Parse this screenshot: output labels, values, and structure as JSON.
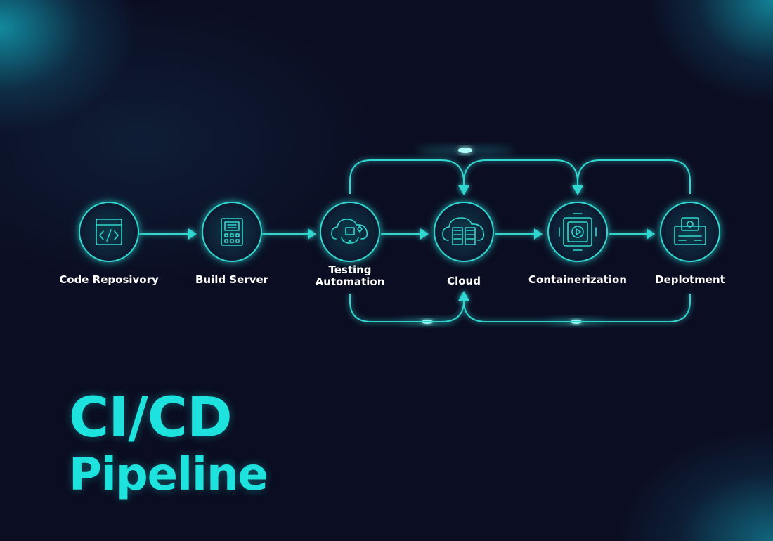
{
  "title": {
    "line1": "CI/CD",
    "line2": "Pipeline"
  },
  "nodes": [
    {
      "id": "code-repo",
      "label": "Code Reposivory",
      "icon": "code-file-icon"
    },
    {
      "id": "build-server",
      "label": "Build Server",
      "icon": "server-icon"
    },
    {
      "id": "testing-automation",
      "label": "Testing\nAutomation",
      "icon": "cloud-test-icon"
    },
    {
      "id": "cloud",
      "label": "Cloud",
      "icon": "cloud-storage-icon"
    },
    {
      "id": "containerization",
      "label": "Containerization",
      "icon": "container-play-icon"
    },
    {
      "id": "deployment",
      "label": "Deplotment",
      "icon": "deploy-box-icon"
    }
  ],
  "colors": {
    "accent": "#1de2de",
    "line": "#33d6d0",
    "background": "#0b0d22",
    "label": "#ffffff"
  }
}
